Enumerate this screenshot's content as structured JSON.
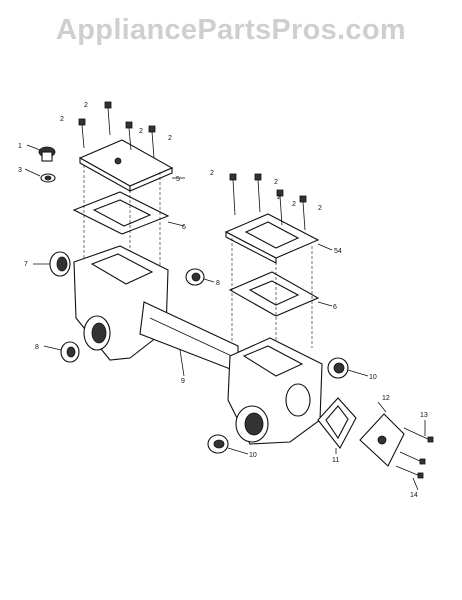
{
  "watermark": "AppliancePartsPros.com",
  "callouts": [
    {
      "id": "c2a",
      "text": "2"
    },
    {
      "id": "c2b",
      "text": "2"
    },
    {
      "id": "c2c",
      "text": "2"
    },
    {
      "id": "c2d",
      "text": "2"
    },
    {
      "id": "c1",
      "text": "1"
    },
    {
      "id": "c3",
      "text": "3"
    },
    {
      "id": "c5",
      "text": "5"
    },
    {
      "id": "c6a",
      "text": "6"
    },
    {
      "id": "c2e",
      "text": "2"
    },
    {
      "id": "c2f",
      "text": "2"
    },
    {
      "id": "c2g",
      "text": "2"
    },
    {
      "id": "c2h",
      "text": "2"
    },
    {
      "id": "c2i",
      "text": "2"
    },
    {
      "id": "c54",
      "text": "54"
    },
    {
      "id": "c7",
      "text": "7"
    },
    {
      "id": "c8a",
      "text": "8"
    },
    {
      "id": "c6b",
      "text": "6"
    },
    {
      "id": "c8b",
      "text": "8"
    },
    {
      "id": "c9",
      "text": "9"
    },
    {
      "id": "c10a",
      "text": "10"
    },
    {
      "id": "c12",
      "text": "12"
    },
    {
      "id": "c13",
      "text": "13"
    },
    {
      "id": "c11",
      "text": "11"
    },
    {
      "id": "c10b",
      "text": "10"
    },
    {
      "id": "c14",
      "text": "14"
    }
  ]
}
